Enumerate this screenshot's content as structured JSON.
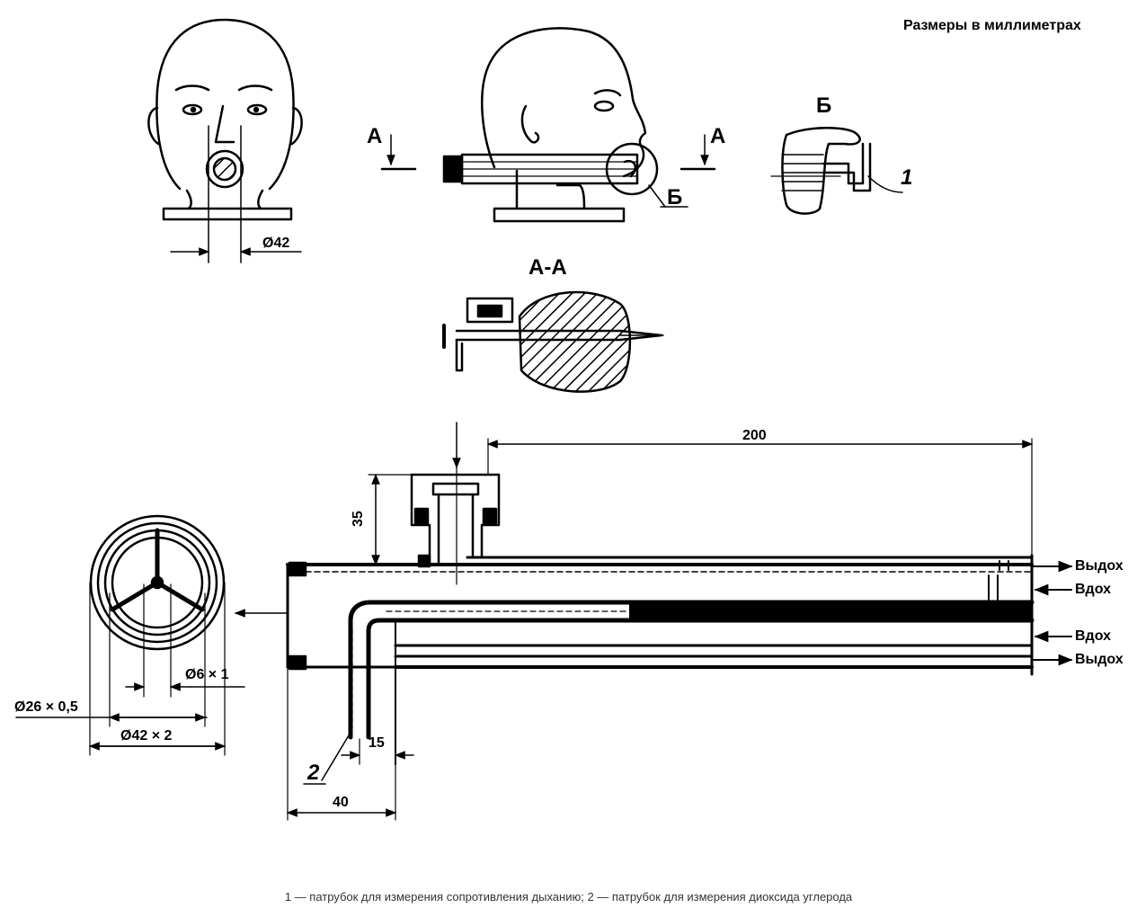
{
  "header": {
    "units_note": "Размеры в миллиметрах"
  },
  "views": {
    "section_marker_left": "А",
    "section_marker_right": "А",
    "detail_callout": "Б",
    "detail_title": "Б",
    "section_title": "А-А"
  },
  "dimensions": {
    "head_diameter": "Ø42",
    "length_200": "200",
    "height_35": "35",
    "inner_tube": "Ø6 × 1",
    "outer_tube": "Ø26 × 0,5",
    "pipe": "Ø42 × 2",
    "offset_15": "15",
    "length_40": "40"
  },
  "flow_labels": {
    "exhale_top": "Выдох",
    "inhale_top": "Вдох",
    "inhale_bottom": "Вдох",
    "exhale_bottom": "Выдох"
  },
  "callouts": {
    "item_1": "1",
    "item_2": "2"
  },
  "caption": "1 — патрубок для измерения сопротивления дыханию; 2 — патрубок для измерения диоксида углерода"
}
